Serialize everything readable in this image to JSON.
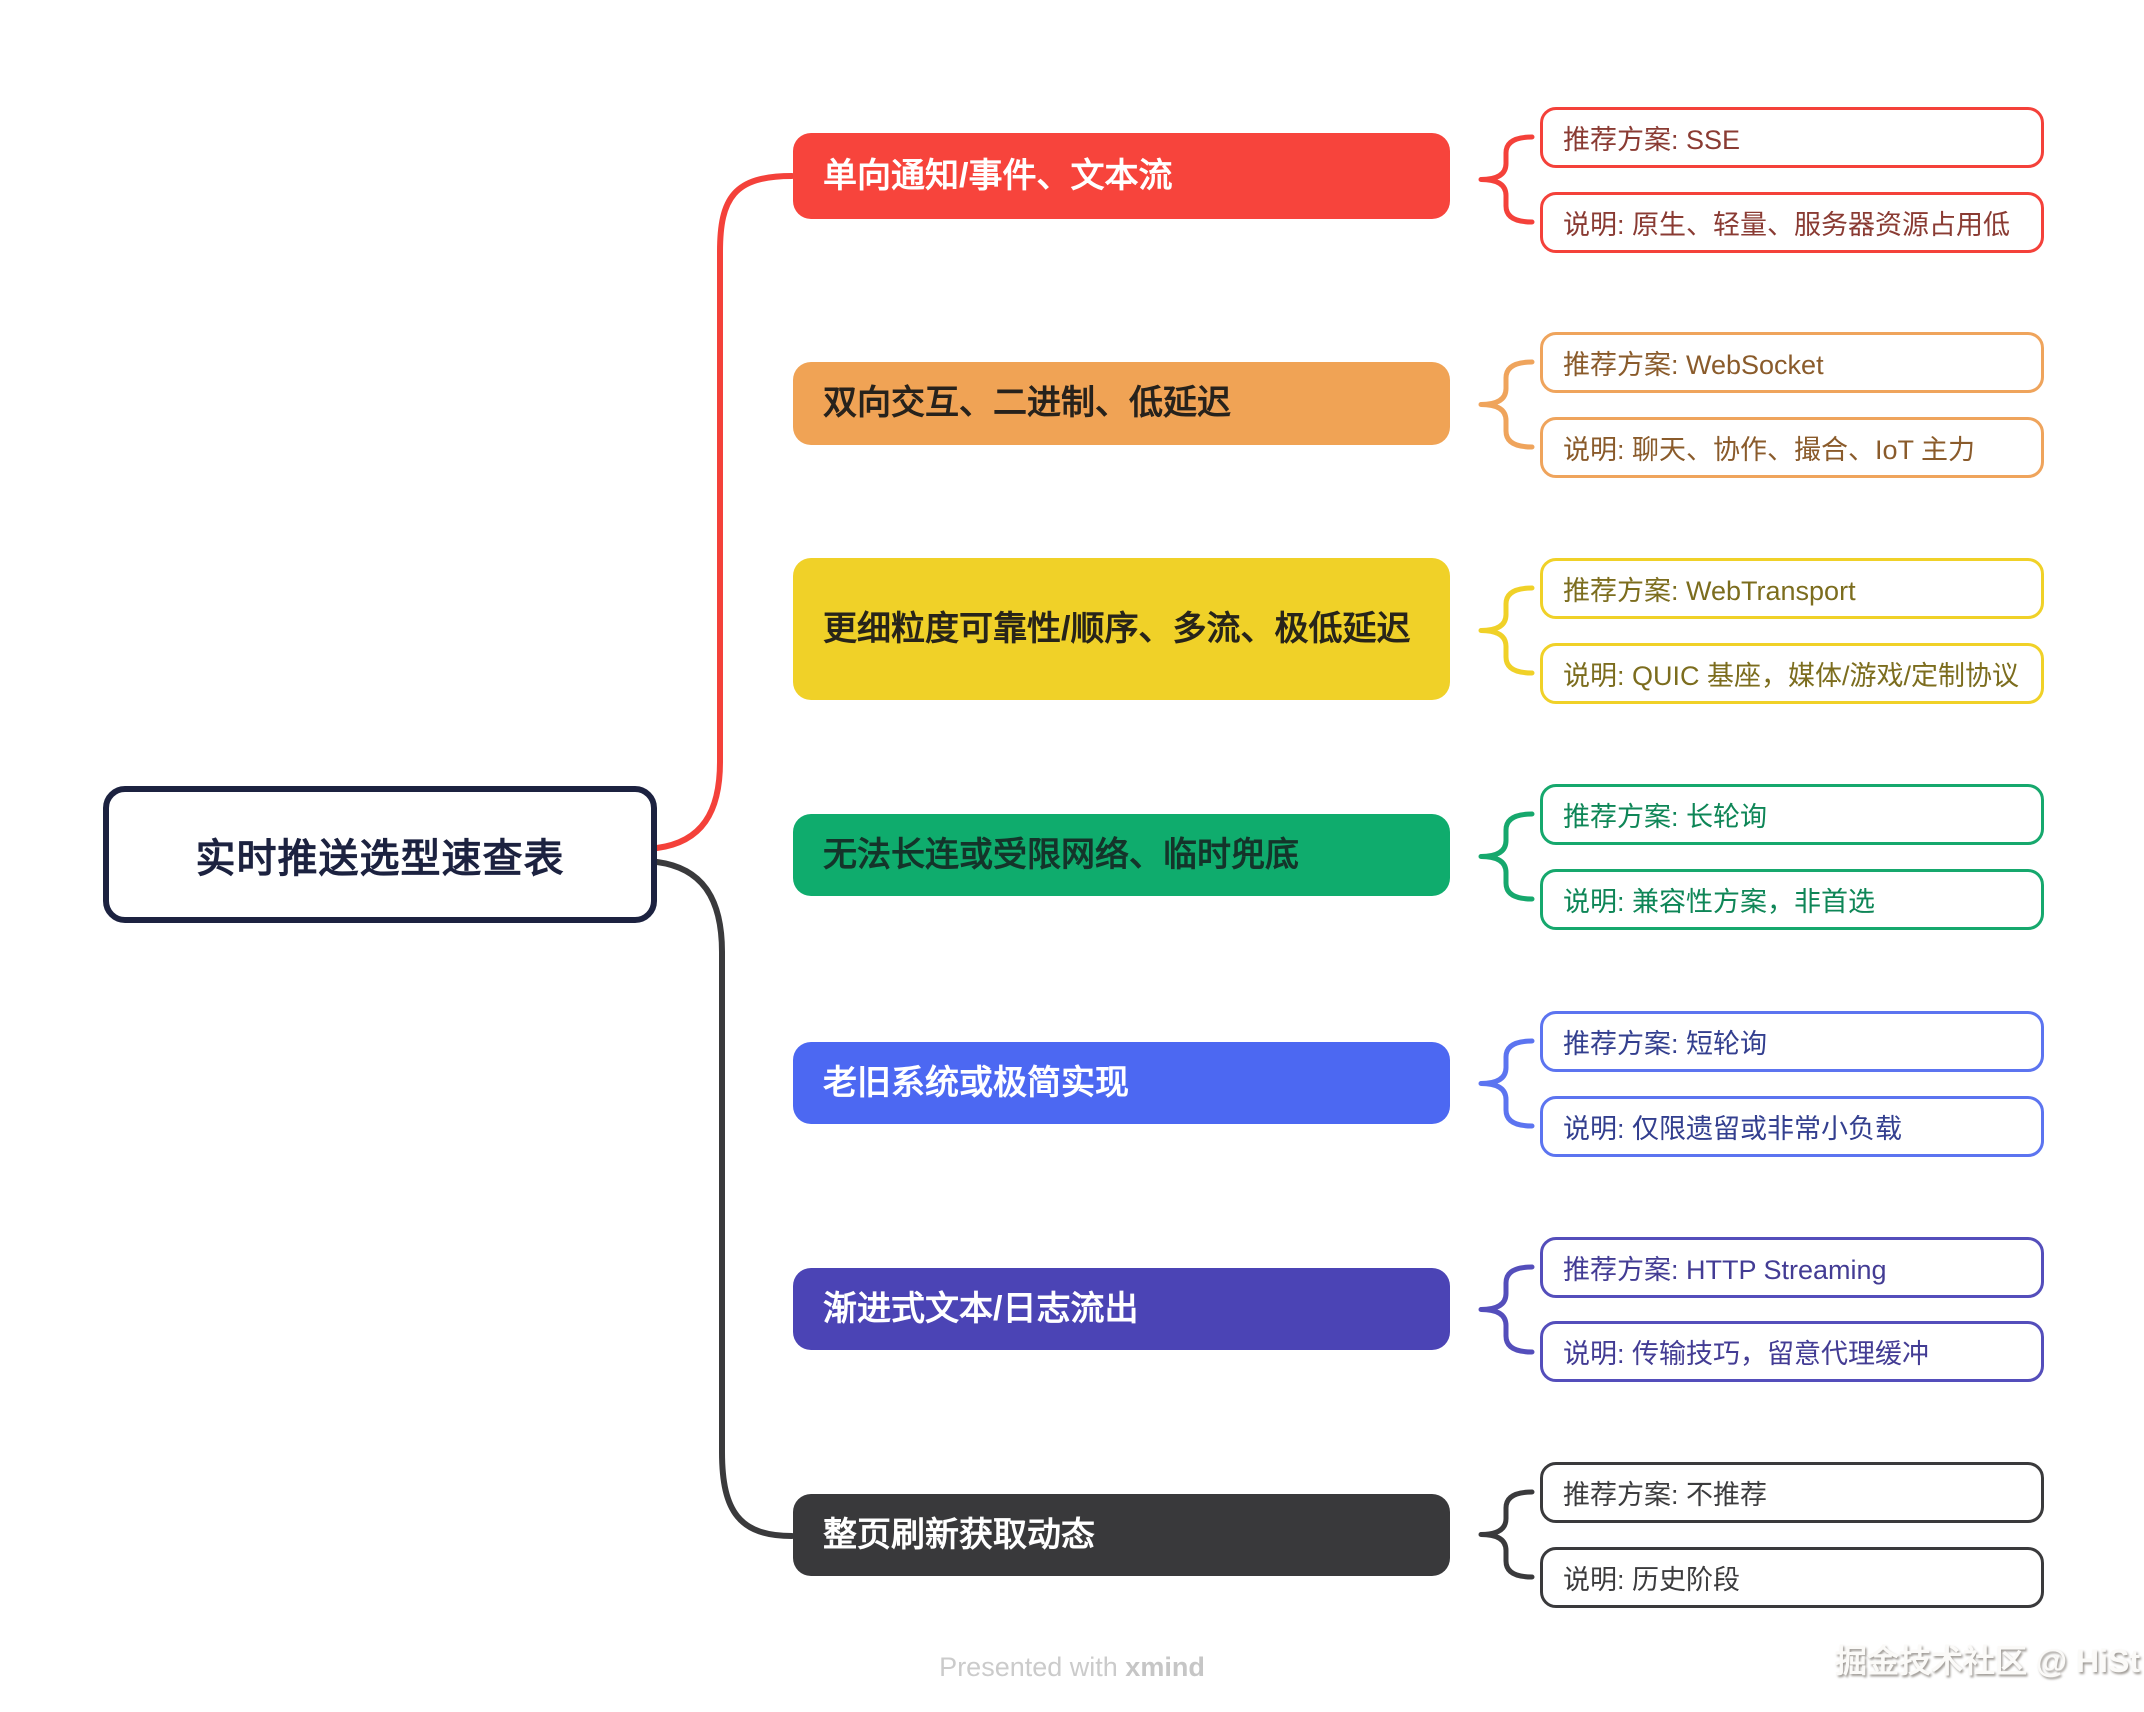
{
  "root": {
    "label": "实时推送选型速查表",
    "colors": {
      "ink": "#1C2240",
      "fill": "#FFFFFF"
    }
  },
  "watermark": {
    "presented": "Presented with",
    "brand": "xmind"
  },
  "credit": "掘金技术社区 @ HiSt",
  "branches": [
    {
      "label": "单向通知/事件、文本流",
      "colors": {
        "fill": "#F7443C",
        "label": "#FFFFFF",
        "line": "#F4413A",
        "child_text": "#8A3B33"
      },
      "children": [
        "推荐方案: SSE",
        "说明: 原生、轻量、服务器资源占用低"
      ]
    },
    {
      "label": "双向交互、二进制、低延迟",
      "colors": {
        "fill": "#F0A355",
        "label": "#27221C",
        "line": "#EFA45C",
        "child_text": "#8A5B2B"
      },
      "children": [
        "推荐方案: WebSocket",
        "说明: 聊天、协作、撮合、IoT 主力"
      ]
    },
    {
      "label": "更细粒度可靠性/顺序、多流、极低延迟",
      "colors": {
        "fill": "#F0D128",
        "label": "#27241A",
        "line": "#F0D128",
        "child_text": "#7C6D1E"
      },
      "children": [
        "推荐方案: WebTransport",
        "说明: QUIC 基座，媒体/游戏/定制协议"
      ]
    },
    {
      "label": "无法长连或受限网络、临时兜底",
      "colors": {
        "fill": "#0FAC6D",
        "label": "#14342A",
        "line": "#16A86D",
        "child_text": "#0E8657"
      },
      "children": [
        "推荐方案: 长轮询",
        "说明: 兼容性方案，非首选"
      ]
    },
    {
      "label": "老旧系统或极简实现",
      "colors": {
        "fill": "#4C68F2",
        "label": "#FFFFFF",
        "line": "#5C74F0",
        "child_text": "#333F8F"
      },
      "children": [
        "推荐方案: 短轮询",
        "说明: 仅限遗留或非常小负载"
      ]
    },
    {
      "label": "渐进式文本/日志流出",
      "colors": {
        "fill": "#4B44B5",
        "label": "#FFFFFF",
        "line": "#544EBB",
        "child_text": "#433C94"
      },
      "children": [
        "推荐方案: HTTP Streaming",
        "说明: 传输技巧，留意代理缓冲"
      ]
    },
    {
      "label": "整页刷新获取动态",
      "colors": {
        "fill": "#39393B",
        "label": "#FFFFFF",
        "line": "#3A3A3C",
        "child_text": "#3C3C3E"
      },
      "children": [
        "推荐方案: 不推荐",
        "说明: 历史阶段"
      ]
    }
  ]
}
